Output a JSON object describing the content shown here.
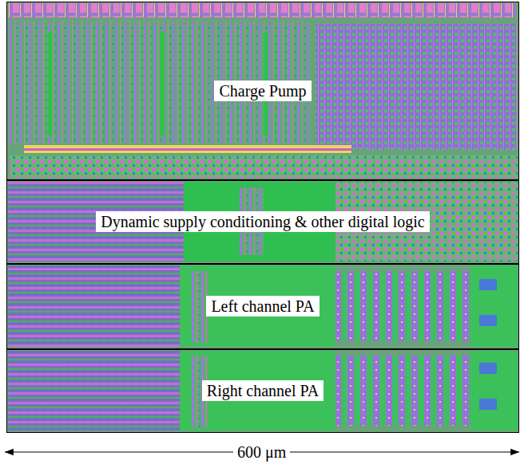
{
  "diagram": {
    "nodes": [
      {
        "text": [
          "Charge Pump"
        ]
      },
      {
        "text": [
          "Dynamic supply conditioning & other digital logic"
        ]
      },
      {
        "text": [
          "Left channel PA"
        ]
      },
      {
        "text": [
          "Right channel PA"
        ]
      }
    ],
    "labels": [
      "600 μm"
    ]
  }
}
